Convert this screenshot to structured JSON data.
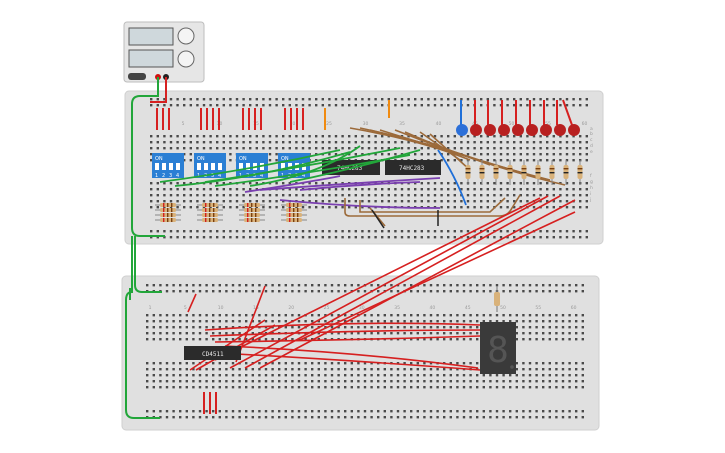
{
  "chips": {
    "adder_a": "74HC283",
    "adder_b": "74HC283",
    "decoder": "CD4511"
  },
  "dip_switches": {
    "on_label": "ON",
    "pins": [
      "1",
      "2",
      "3",
      "4"
    ]
  },
  "breadboard_top": {
    "column_numbers": [
      "5",
      "10",
      "15",
      "20",
      "25",
      "30",
      "35",
      "40",
      "45",
      "50",
      "55",
      "60"
    ],
    "row_letters_right": [
      "a",
      "b",
      "c",
      "d",
      "e",
      "f",
      "g",
      "h",
      "i",
      "j"
    ]
  },
  "breadboard_bottom": {
    "column_numbers": [
      "1",
      "5",
      "10",
      "15",
      "20",
      "25",
      "30",
      "35",
      "40",
      "45",
      "50",
      "55",
      "60"
    ]
  },
  "seven_segment": {
    "digit": "8"
  },
  "colors": {
    "board": "#e2e2e2",
    "hole": "#4a4a4a",
    "wire_green": "#22a63a",
    "wire_red": "#d62020",
    "wire_brown": "#9c6a3a",
    "wire_purple": "#7a3fb0",
    "wire_blue": "#1f6fd8",
    "wire_orange": "#f08a10",
    "dip_blue": "#2b7fd4",
    "chip_body": "#2b2b2b",
    "led_red": "#b82020",
    "led_blue": "#2b6fd8"
  }
}
